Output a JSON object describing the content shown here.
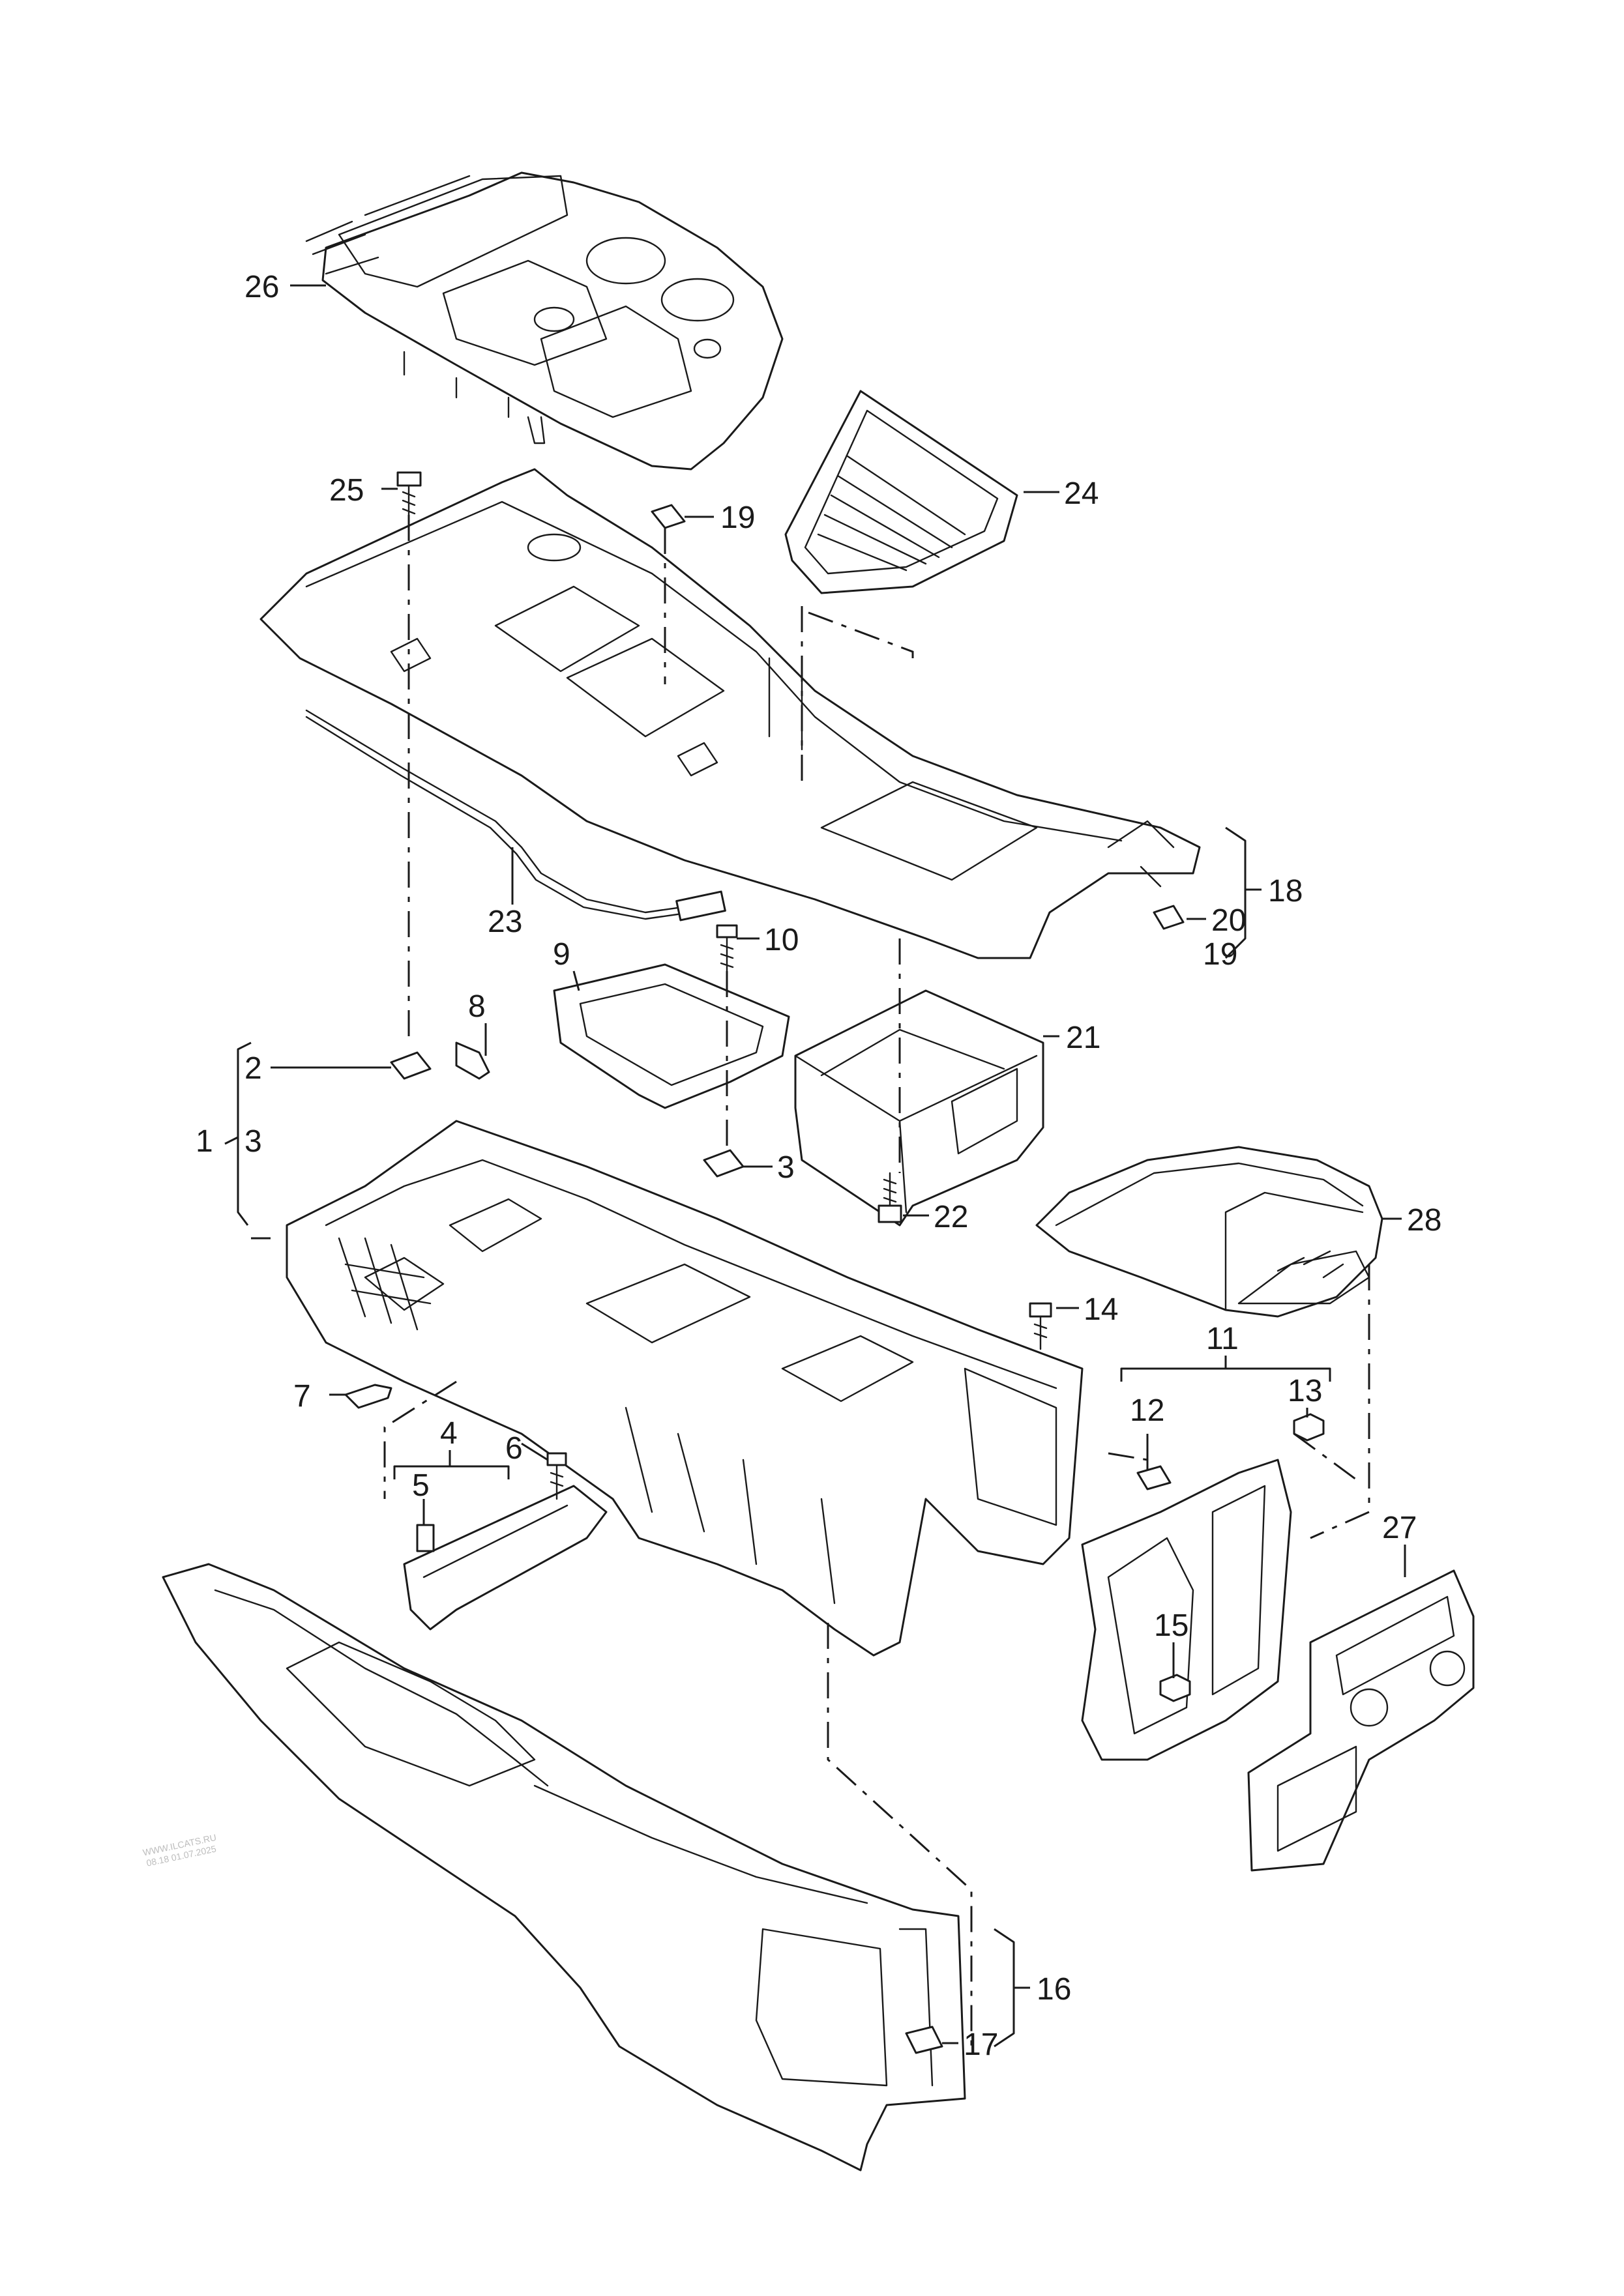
{
  "diagram": {
    "callouts": [
      "1",
      "2",
      "3",
      "3",
      "4",
      "5",
      "6",
      "7",
      "8",
      "9",
      "10",
      "11",
      "12",
      "13",
      "14",
      "15",
      "16",
      "17",
      "18",
      "19",
      "19",
      "20",
      "21",
      "22",
      "23",
      "24",
      "25",
      "26",
      "27",
      "28"
    ],
    "watermark": [
      "WWW.ILCATS.RU",
      "08.18 01.07.2025"
    ]
  }
}
